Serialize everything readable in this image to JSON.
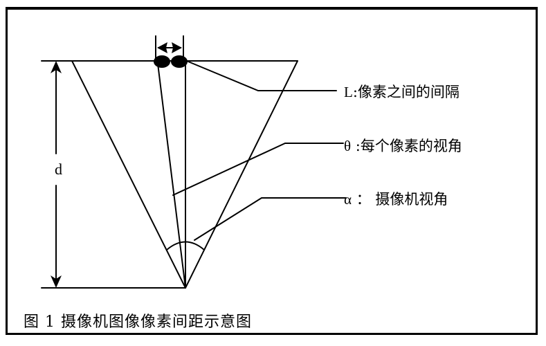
{
  "figure": {
    "caption_number": "图 1",
    "caption_text": "摄像机图像像素间距示意图"
  },
  "labels": {
    "distance": "d",
    "pixel_spacing": {
      "symbol": "L",
      "separator": ":",
      "text": "像素之间的间隔"
    },
    "pixel_angle": {
      "symbol": "θ",
      "separator": " :",
      "text": "每个像素的视角"
    },
    "camera_angle": {
      "symbol": "α",
      "separator": " ：",
      "text": " 摄像机视角"
    }
  },
  "colors": {
    "stroke": "#000000",
    "background": "#ffffff"
  }
}
